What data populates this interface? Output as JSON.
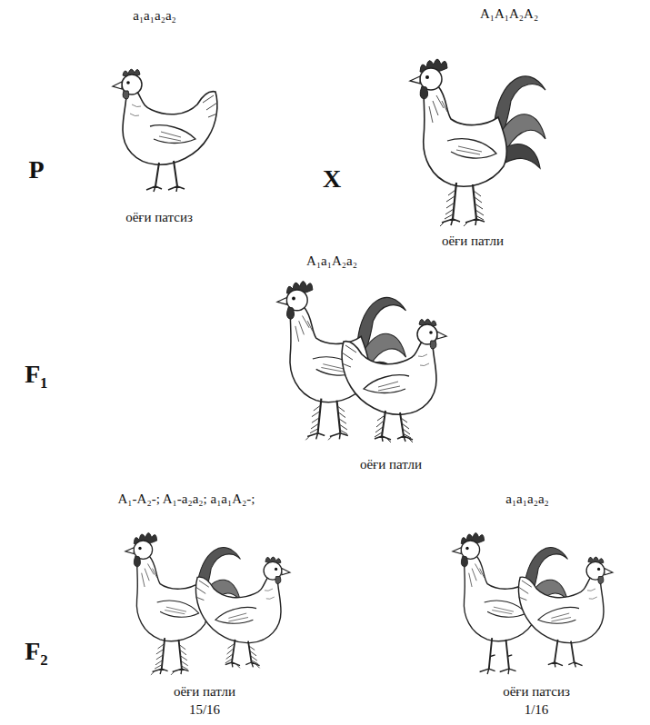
{
  "diagram": {
    "labels": [
      "a₁a₁a₂a₂",
      "A₁A₁A₂A₂",
      "P",
      "X",
      "оёғи патсиз",
      "оёғи патли",
      "A₁a₁A₂a₂",
      "F₁",
      "оёғи патли",
      "A₁-A₂-; A₁-a₂a₂; a₁a₁A₂-;",
      "a₁a₁a₂a₂",
      "F₂",
      "оёғи патли",
      "15/16",
      "оёғи патсиз",
      "1/16"
    ]
  }
}
